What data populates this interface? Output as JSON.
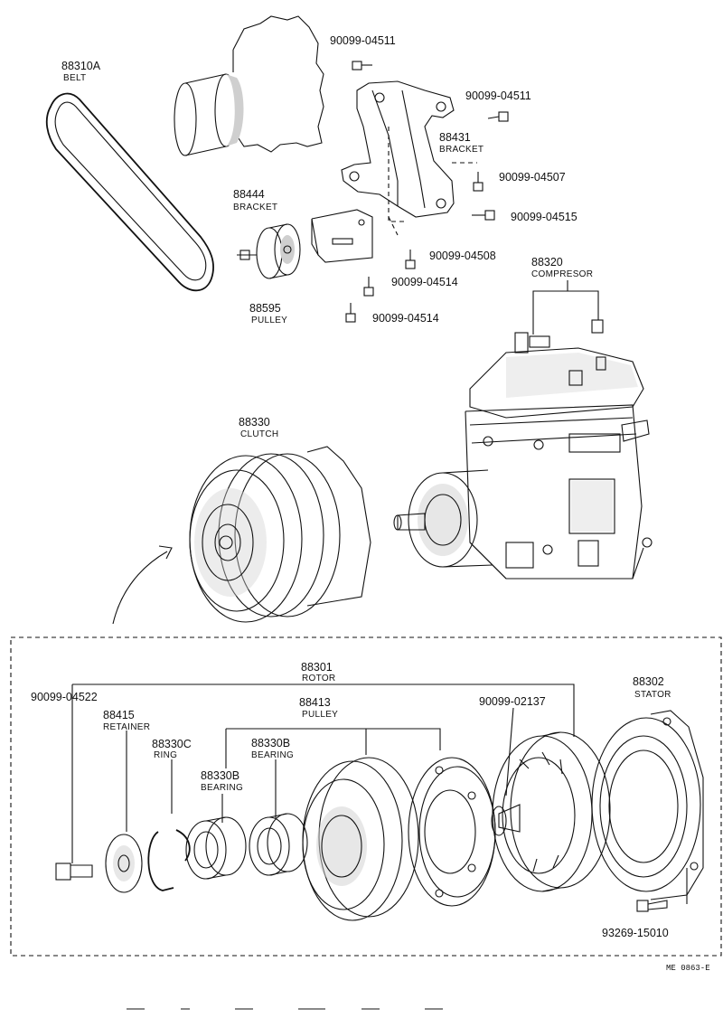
{
  "labels": {
    "belt_no": "88310A",
    "belt_name": "BELT",
    "bolt_a": "90099-04511",
    "bolt_b": "90099-04511",
    "bracket_top_no": "88431",
    "bracket_top_name": "BRACKET",
    "bolt_c": "90099-04507",
    "bolt_d": "90099-04515",
    "bracket_small_no": "88444",
    "bracket_small_name": "BRACKET",
    "bolt_e": "90099-04508",
    "bolt_f": "90099-04514",
    "bolt_g": "90099-04514",
    "pulley_top_no": "88595",
    "pulley_top_name": "PULLEY",
    "compressor_no": "88320",
    "compressor_name": "COMPRESOR",
    "clutch_no": "88330",
    "clutch_name": "CLUTCH",
    "rotor_no": "88301",
    "rotor_name": "ROTOR",
    "bolt_h": "90099-04522",
    "retainer_no": "88415",
    "retainer_name": "RETAINER",
    "pulley_low_no": "88413",
    "pulley_low_name": "PULLEY",
    "bolt_i": "90099-02137",
    "stator_no": "88302",
    "stator_name": "STATOR",
    "ring_no": "88330C",
    "ring_name": "RING",
    "bearing_a_no": "88330B",
    "bearing_a_name": "BEARING",
    "bearing_b_no": "88330B",
    "bearing_b_name": "BEARING",
    "bolt_j": "93269-15010",
    "drawing_code": "ME 0863-E"
  }
}
